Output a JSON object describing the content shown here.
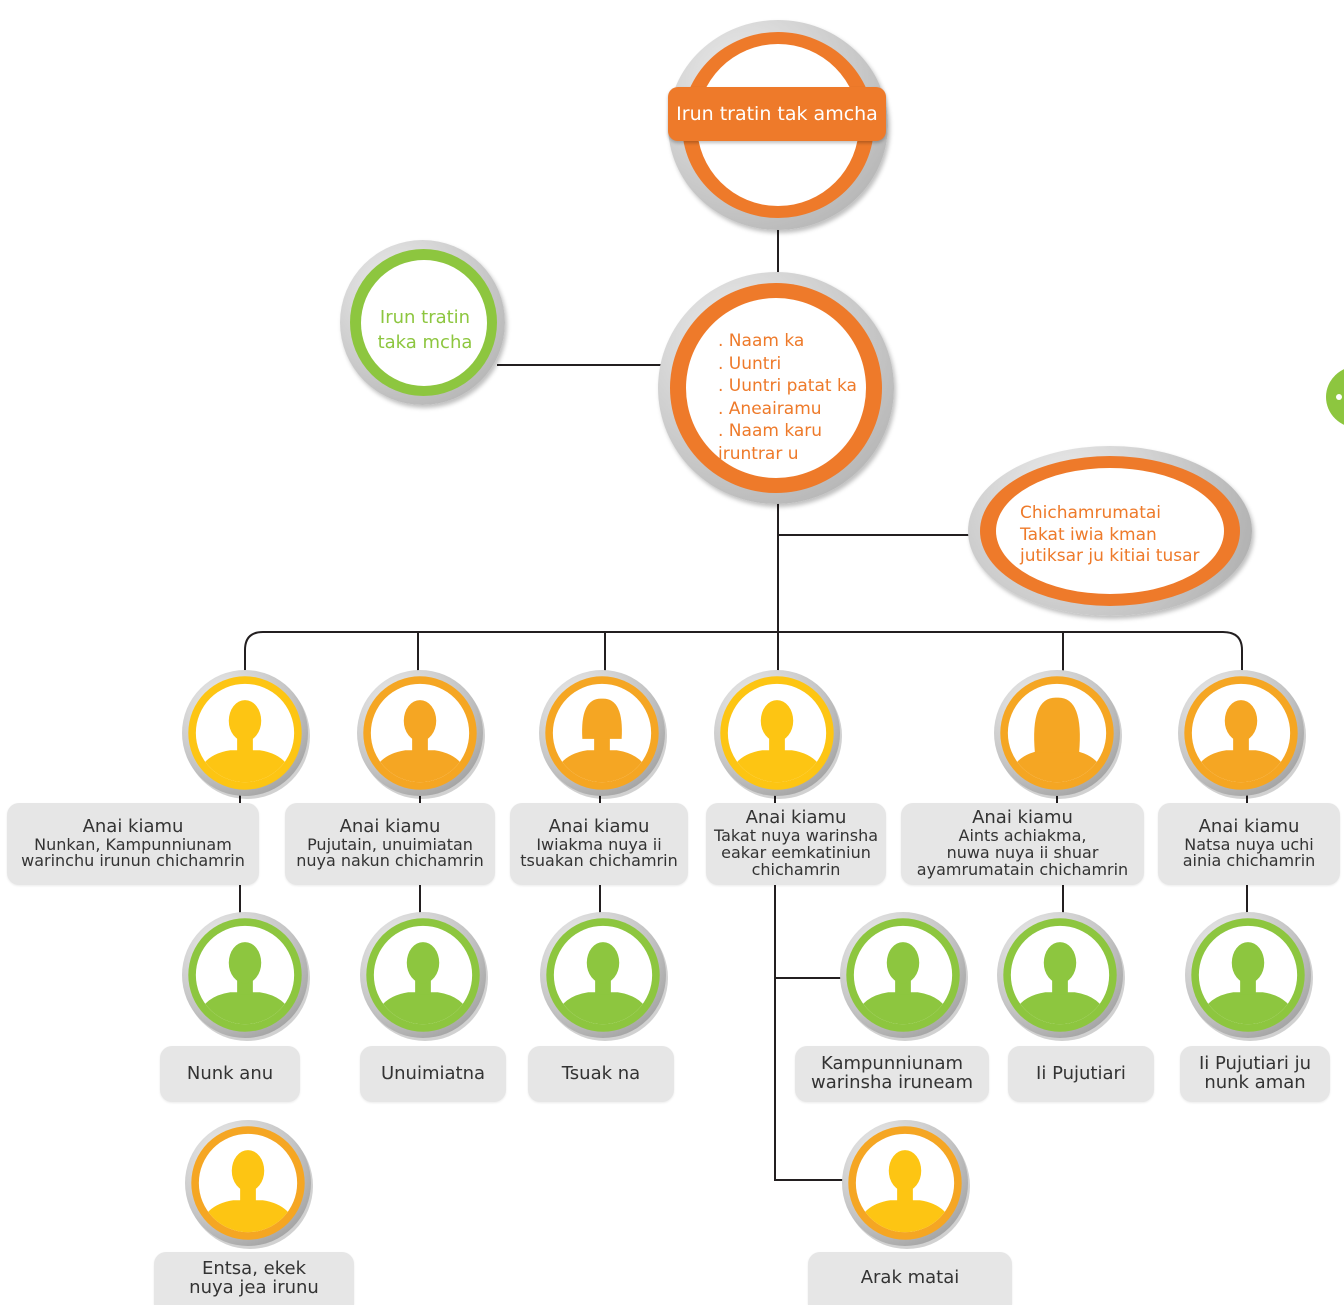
{
  "root": {
    "label": "Irun tratin tak amcha"
  },
  "side_green": {
    "line1": "Irun tratin",
    "line2": "taka mcha"
  },
  "center_list": {
    "items": [
      ". Naam ka",
      ". Uuntri",
      ". Uuntri patat ka",
      ". Aneairamu",
      ". Naam karu",
      "  iruntrar u"
    ]
  },
  "ellipse": {
    "lines": [
      "Chichamrumatai",
      "Takat iwia kman",
      "jutiksar ju kitiai tusar"
    ]
  },
  "level1": [
    {
      "title": "Anai kiamu",
      "desc_lines": [
        "Nunkan, Kampunniunam",
        "warinchu irunun chichamrin"
      ]
    },
    {
      "title": "Anai kiamu",
      "desc_lines": [
        "Pujutain, unuimiatan",
        "nuya nakun chichamrin"
      ]
    },
    {
      "title": "Anai kiamu",
      "desc_lines": [
        "Iwiakma nuya ii",
        "tsuakan chichamrin"
      ]
    },
    {
      "title": "Anai kiamu",
      "desc_lines": [
        "Takat nuya warinsha",
        "eakar eemkatiniun",
        "chichamrin"
      ]
    },
    {
      "title": "Anai kiamu",
      "desc_lines": [
        "Aints achiakma,",
        "nuwa nuya ii shuar",
        "ayamrumatain chichamrin"
      ]
    },
    {
      "title": "Anai kiamu",
      "desc_lines": [
        "Natsa nuya uchi",
        "ainia chichamrin"
      ]
    }
  ],
  "level2": [
    {
      "label_lines": [
        "Nunk anu"
      ]
    },
    {
      "label_lines": [
        "Unuimiatna"
      ]
    },
    {
      "label_lines": [
        "Tsuak na"
      ]
    },
    {
      "label_lines": [
        "Kampunniunam",
        "warinsha iruneam"
      ]
    },
    {
      "label_lines": [
        "Ii Pujutiari"
      ]
    },
    {
      "label_lines": [
        "Ii Pujutiari ju",
        "nunk aman"
      ]
    }
  ],
  "level3": [
    {
      "label_lines": [
        "Entsa, ekek",
        "nuya jea irunu"
      ]
    },
    {
      "label_lines": [
        "Arak matai"
      ]
    }
  ],
  "colors": {
    "orange": "#ee7a2a",
    "amber": "#f5a623",
    "yellow": "#fdc513",
    "green": "#8dc63f",
    "grey_ring": "#bdbdbd",
    "label_bg": "#e6e6e6",
    "line": "#231f20"
  },
  "icons": {
    "root": "orange-ring-circle",
    "side": "green-ring-circle",
    "person": "person-silhouette-icon"
  }
}
